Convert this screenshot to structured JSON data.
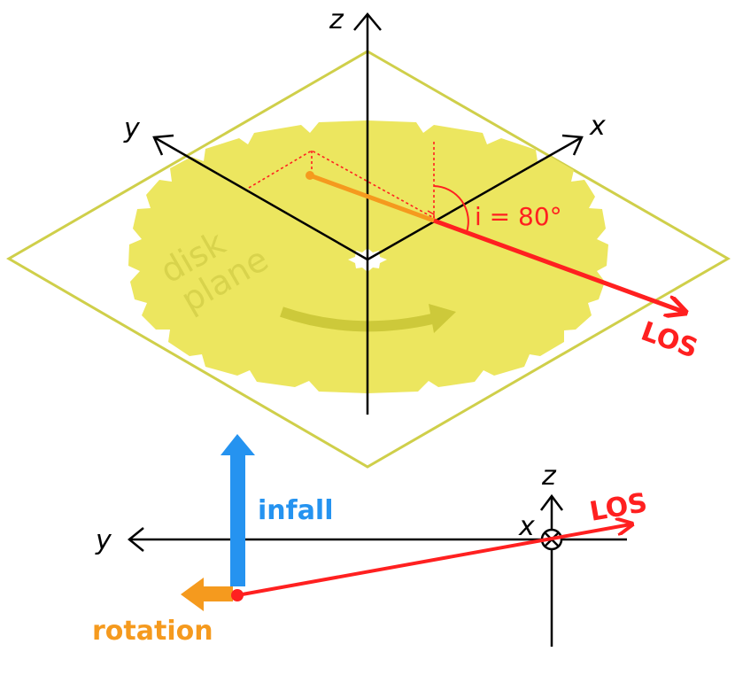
{
  "colors": {
    "disk_fill": "#ece65f",
    "plane_outline": "#cfcf4a",
    "disk_text": "#d8d34c",
    "rotation_arrow": "#cdc93a",
    "los": "#ff2020",
    "orange": "#f59a1e",
    "infall_blue": "#2593f0",
    "axis": "#000000"
  },
  "top_view": {
    "axis_z_label": "z",
    "axis_y_label": "y",
    "axis_x_label": "x",
    "disk_label_line1": "disk",
    "disk_label_line2": "plane",
    "inclination_label": "i = 80°",
    "los_label": "LOS"
  },
  "side_view": {
    "axis_z_label": "z",
    "axis_y_label": "y",
    "axis_x_label": "x",
    "los_label": "LOS",
    "infall_label": "infall",
    "rotation_label": "rotation"
  }
}
